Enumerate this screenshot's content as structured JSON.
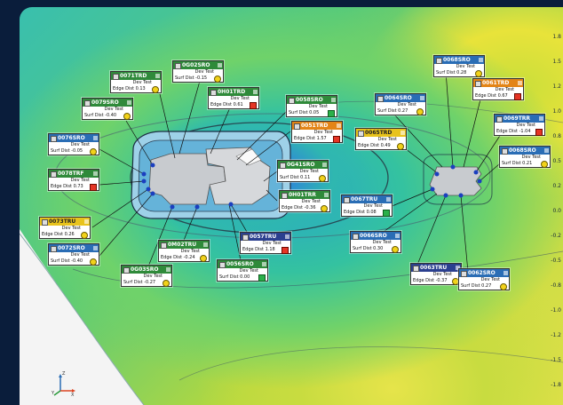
{
  "axis": {
    "ticks": [
      "1.8",
      "1.5",
      "1.2",
      "1.0",
      "0.8",
      "0.5",
      "0.2",
      "0.0",
      "-0.2",
      "-0.5",
      "-0.8",
      "-1.0",
      "-1.2",
      "-1.5",
      "-1.8"
    ]
  },
  "triad": {
    "z": "Z",
    "x": "X",
    "y": "Y"
  },
  "tags": [
    {
      "id": "0071TRD",
      "dev": "Dev Test",
      "metric": "Edge Dist",
      "value": "0.13",
      "status": "ok",
      "header": "green"
    },
    {
      "id": "0079SRO",
      "dev": "Dev Test",
      "metric": "Surf Dist",
      "value": "-0.40",
      "status": "ok",
      "header": "green"
    },
    {
      "id": "0076SRO",
      "dev": "Dev Test",
      "metric": "Surf Dist",
      "value": "-0.05",
      "status": "ok",
      "header": "blue"
    },
    {
      "id": "0078TRF",
      "dev": "Dev Test",
      "metric": "Edge Dist",
      "value": "0.73",
      "status": "bad",
      "header": "green"
    },
    {
      "id": "0073TRU",
      "dev": "Dev Test",
      "metric": "Edge Dist",
      "value": "0.26",
      "status": "ok",
      "header": "yellow"
    },
    {
      "id": "0072SRO",
      "dev": "Dev Test",
      "metric": "Surf Dist",
      "value": "-0.40",
      "status": "ok",
      "header": "blue"
    },
    {
      "id": "0G03SRO",
      "dev": "Dev Test",
      "metric": "Surf Dist",
      "value": "-0.27",
      "status": "ok",
      "header": "green"
    },
    {
      "id": "0M02TRU",
      "dev": "Dev Test",
      "metric": "Edge Dist",
      "value": "-0.24",
      "status": "ok",
      "header": "green"
    },
    {
      "id": "0G02SRO",
      "dev": "Dev Test",
      "metric": "Surf Dist",
      "value": "-0.15",
      "status": "ok",
      "header": "green"
    },
    {
      "id": "0H01TRD",
      "dev": "Dev Test",
      "metric": "Edge Dist",
      "value": "0.61",
      "status": "bad",
      "header": "green"
    },
    {
      "id": "0058SRO",
      "dev": "Dev Test",
      "metric": "Surf Dist",
      "value": "0.05",
      "status": "good",
      "header": "green"
    },
    {
      "id": "0051TRD",
      "dev": "Dev Test",
      "metric": "Edge Dist",
      "value": "1.57",
      "status": "bad",
      "header": "orange"
    },
    {
      "id": "0G41SRO",
      "dev": "Dev Test",
      "metric": "Surf Dist",
      "value": "0.11",
      "status": "ok",
      "header": "green"
    },
    {
      "id": "0H01TRR",
      "dev": "Dev Test",
      "metric": "Edge Dist",
      "value": "-0.36",
      "status": "ok",
      "header": "green"
    },
    {
      "id": "0057TRU",
      "dev": "Dev Test",
      "metric": "Edge Dist",
      "value": "1.18",
      "status": "bad",
      "header": "navy"
    },
    {
      "id": "0056SRO",
      "dev": "Dev Test",
      "metric": "Surf Dist",
      "value": "0.00",
      "status": "good",
      "header": "green"
    },
    {
      "id": "0067TRU",
      "dev": "Dev Test",
      "metric": "Edge Dist",
      "value": "0.08",
      "status": "good",
      "header": "blue"
    },
    {
      "id": "0066SRO",
      "dev": "Dev Test",
      "metric": "Surf Dist",
      "value": "0.30",
      "status": "ok",
      "header": "blue"
    },
    {
      "id": "0065TRD",
      "dev": "Dev Test",
      "metric": "Edge Dist",
      "value": "0.49",
      "status": "ok",
      "header": "yellow"
    },
    {
      "id": "0064SRO",
      "dev": "Dev Test",
      "metric": "Surf Dist",
      "value": "0.27",
      "status": "ok",
      "header": "blue"
    },
    {
      "id": "0068SRO",
      "dev": "Dev Test",
      "metric": "Surf Dist",
      "value": "0.28",
      "status": "ok",
      "header": "blue"
    },
    {
      "id": "0061TRD",
      "dev": "Dev Test",
      "metric": "Edge Dist",
      "value": "0.67",
      "status": "bad",
      "header": "orange"
    },
    {
      "id": "0069TRR",
      "dev": "Dev Test",
      "metric": "Edge Dist",
      "value": "-1.04",
      "status": "bad",
      "header": "blue"
    },
    {
      "id": "0068SRO",
      "dev": "Dev Test",
      "metric": "Surf Dist",
      "value": "0.21",
      "status": "ok",
      "header": "blue"
    },
    {
      "id": "0063TRU",
      "dev": "Dev Test",
      "metric": "Edge Dist",
      "value": "-0.37",
      "status": "ok",
      "header": "navy"
    },
    {
      "id": "0062SRO",
      "dev": "Dev Test",
      "metric": "Surf Dist",
      "value": "0.27",
      "status": "ok",
      "header": "blue"
    }
  ]
}
